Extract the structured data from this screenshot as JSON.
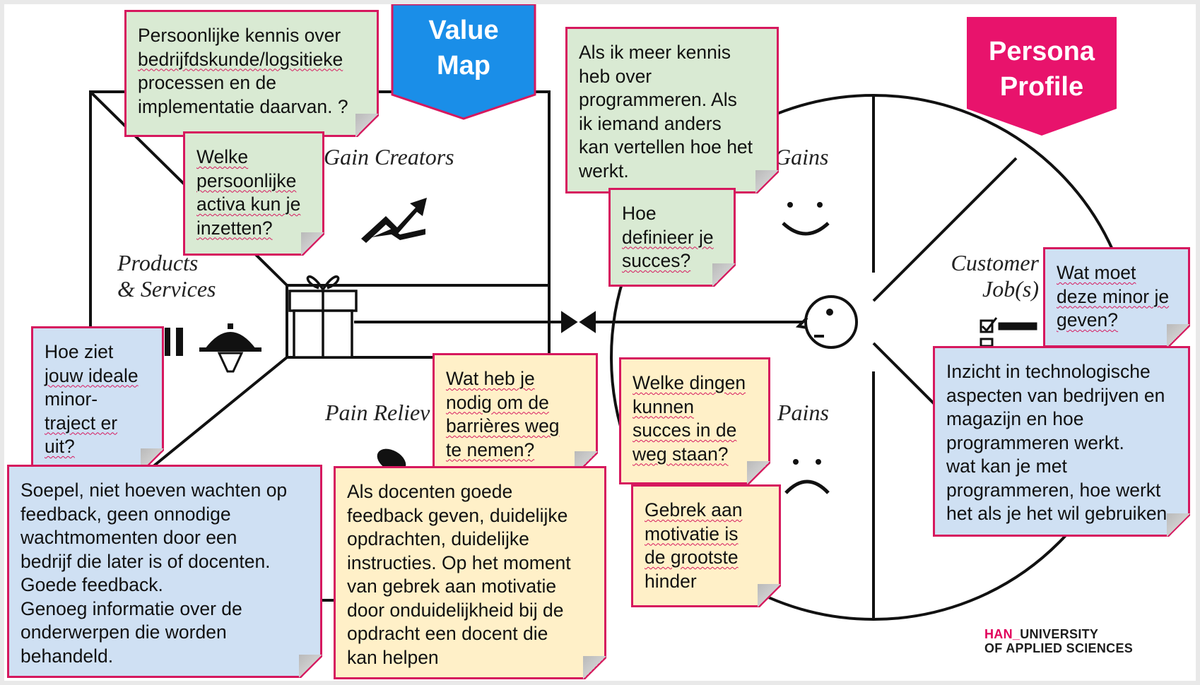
{
  "banners": {
    "value_map": [
      "Value",
      "Map"
    ],
    "persona_profile": [
      "Persona",
      "Profile"
    ]
  },
  "labels": {
    "gain_creators": "Gain Creators",
    "products_services": [
      "Products",
      "& Services"
    ],
    "pain_relievers": "Pain Reliev",
    "gains": "Gains",
    "pains": "Pains",
    "customer_jobs": [
      "Customer",
      "Job(s)"
    ]
  },
  "notes": {
    "kennis_bedrijfskunde": [
      "Persoonlijke kennis over",
      "bedrijfdskunde/logsitieke",
      "processen en de",
      "implementatie daarvan. ?"
    ],
    "persoonlijke_activa": [
      "Welke",
      "persoonlijke",
      "activa kun je",
      "inzetten?"
    ],
    "ideale_minor": [
      "Hoe ziet",
      "jouw ideale",
      "minor-",
      "traject er",
      "uit?"
    ],
    "soepel": [
      "Soepel, niet hoeven wachten op",
      "feedback, geen onnodige",
      "wachtmomenten door een",
      "bedrijf die later is of docenten.",
      "Goede feedback.",
      "Genoeg informatie over de",
      "onderwerpen die worden",
      "behandeld."
    ],
    "barrieres": [
      "Wat heb je",
      "nodig om de",
      "barrières weg",
      "te nemen?"
    ],
    "docenten": [
      "Als docenten goede",
      "feedback geven, duidelijke",
      "opdrachten, duidelijke",
      "instructies. Op het moment",
      "van gebrek aan motivatie",
      "door onduidelijkheid bij de",
      "opdracht een docent die",
      "kan helpen"
    ],
    "meer_kennis": [
      "Als ik meer kennis",
      "heb over",
      "programmeren. Als",
      "ik iemand anders",
      "kan vertellen hoe het",
      "werkt."
    ],
    "succes": [
      "Hoe",
      "definieer je",
      "succes?"
    ],
    "dingen": [
      "Welke dingen",
      "kunnen",
      "succes in de",
      "weg staan?"
    ],
    "motivatie": [
      "Gebrek aan",
      "motivatie is",
      "de grootste",
      "hinder"
    ],
    "minor_geven": [
      "Wat moet",
      "deze minor je",
      "geven?"
    ],
    "inzicht": [
      "Inzicht in technologische",
      "aspecten van bedrijven en",
      "magazijn en hoe",
      "programmeren werkt.",
      "wat kan je met",
      "programmeren, hoe werkt",
      "het als je het wil gebruiken."
    ]
  },
  "logo": {
    "line1_han": "HAN_",
    "line1_rest": "UNIVERSITY",
    "line2": "OF APPLIED SCIENCES"
  },
  "colors": {
    "note_border": "#d6185e",
    "green_note": "#d9ead3",
    "blue_note": "#cfe0f3",
    "yellow_note": "#fff0c8",
    "value_map_banner": "#1a8ee8",
    "persona_banner": "#e8136c"
  }
}
